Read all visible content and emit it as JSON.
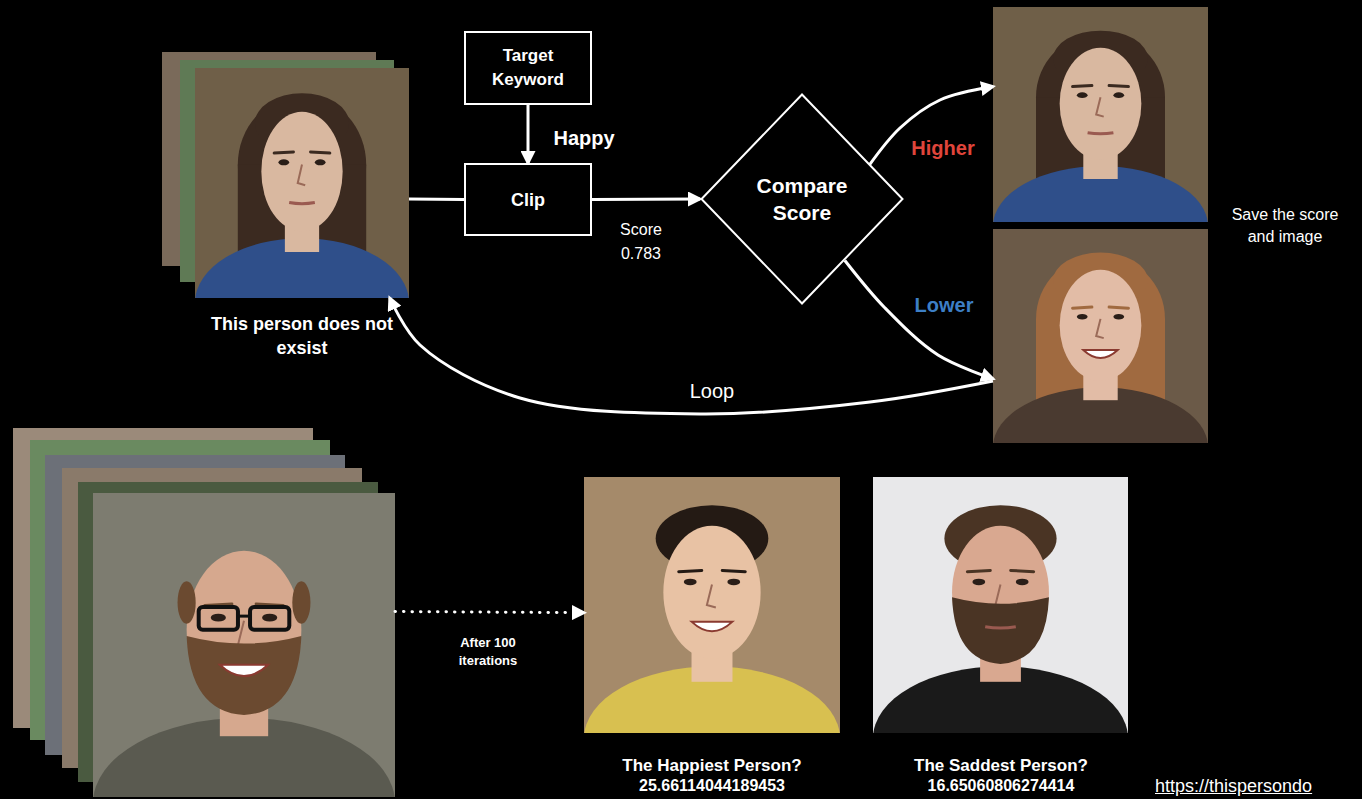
{
  "diagram": {
    "nodes": [
      {
        "text": [
          "This person does not exsist"
        ]
      },
      {
        "text": [
          "Target Keyword"
        ]
      },
      {
        "text": [
          "Clip"
        ]
      },
      {
        "text": [
          "Compare Score"
        ]
      },
      {
        "text": [
          "Save the score and image"
        ]
      },
      {
        "text": []
      },
      {
        "text": []
      },
      {
        "text": [
          "The Happiest Person?",
          "25.66114044189453"
        ]
      },
      {
        "text": [
          "The Saddest Person?",
          "16.65060806274414"
        ]
      }
    ],
    "edges": [
      {
        "from": 1,
        "to": 2,
        "arrow": "to",
        "label": "Happy"
      },
      {
        "from": 0,
        "to": 2,
        "arrow": "none"
      },
      {
        "from": 2,
        "to": 3,
        "arrow": "to",
        "label": "Score 0.783"
      },
      {
        "from": 3,
        "to": 4,
        "arrow": "to",
        "label": "Higher"
      },
      {
        "from": 3,
        "to": 5,
        "arrow": "to",
        "label": "Lower"
      },
      {
        "from": 5,
        "to": 0,
        "arrow": "to",
        "label": "Loop"
      },
      {
        "from": 6,
        "to": 7,
        "arrow": "to",
        "label": "After 100 iterations"
      }
    ],
    "labels": [
      "https://thispersondo"
    ]
  }
}
